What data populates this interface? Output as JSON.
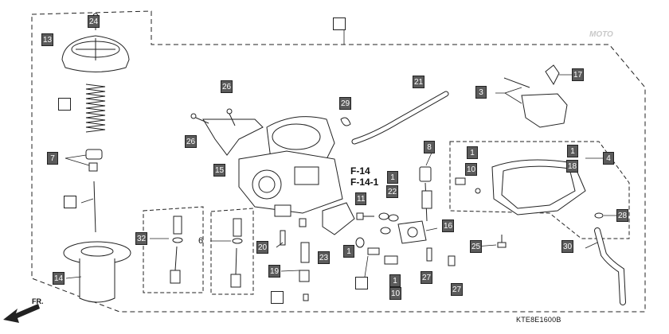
{
  "diagram_code": "KTE8E1600B",
  "front_arrow_label": "FR.",
  "watermark": "MOTO",
  "references": [
    "F-14",
    "F-14-1"
  ],
  "callouts": {
    "c1a": "1",
    "c1b": "1",
    "c1c": "1",
    "c1d": "1",
    "c1e": "1",
    "c3": "3",
    "c4": "4",
    "c6": "6",
    "c7": "7",
    "c8": "8",
    "c10a": "10",
    "c10b": "10",
    "c11": "11",
    "c13": "13",
    "c14": "14",
    "c15": "15",
    "c16": "16",
    "c17": "17",
    "c18": "18",
    "c19": "19",
    "c20": "20",
    "c21": "21",
    "c22": "22",
    "c23": "23",
    "c24": "24",
    "c25": "25",
    "c26a": "26",
    "c26b": "26",
    "c27a": "27",
    "c27b": "27",
    "c28": "28",
    "c29": "29",
    "c30": "30",
    "c32": "32"
  }
}
